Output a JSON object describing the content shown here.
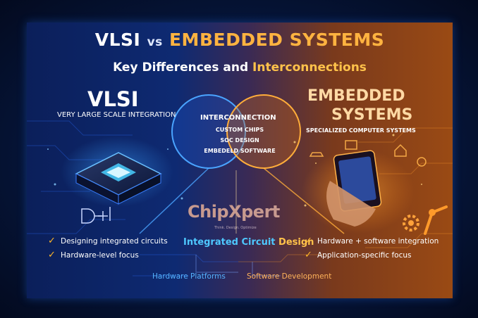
{
  "title": {
    "part1": "VLSI",
    "vs": "vs",
    "part2": "EMBEDDED SYSTEMS"
  },
  "subtitle": {
    "part1": "Key Differences and",
    "part2": "Interconnections"
  },
  "left": {
    "heading": "VLSI",
    "subheading": "VERY LARGE SCALE INTEGRATION",
    "bullets": [
      "Designing integrated circuits",
      "Hardware-level focus"
    ]
  },
  "right": {
    "heading_line1": "EMBEDDED",
    "heading_line2": "SYSTEMS",
    "subheading": "SPECIALIZED COMPUTER SYSTEMS",
    "bullets": [
      "Hardware + software integration",
      "Application-specific focus"
    ]
  },
  "center": {
    "title": "INTERCONNECTION",
    "items": [
      "CUSTOM CHIPS",
      "SOC DESIGN",
      "EMBEDELD SOFTWARE"
    ]
  },
  "logo": {
    "text": "ChipXpert",
    "tagline": "Think. Design. Optimize"
  },
  "bottom": {
    "icd_part1": "Integrated Circuit",
    "icd_part2": "Design",
    "left_label": "Hardware Platforms",
    "right_label": "Software Development"
  },
  "icons": {
    "check": "check-icon",
    "chip": "chip-icon",
    "hand_device": "hand-device-icon",
    "robot_arm": "robot-arm-icon",
    "gear": "gear-icon"
  },
  "colors": {
    "blue": "#2a8cff",
    "orange": "#ff9a2a",
    "gold": "#ffb628",
    "cyan": "#4ec8ff"
  }
}
